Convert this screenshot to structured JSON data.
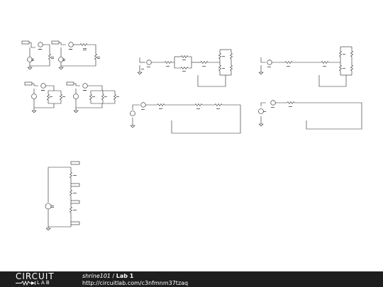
{
  "footer": {
    "logo_word1": "CIRCUIT",
    "logo_word2": "LAB",
    "author": "shrine101",
    "separator": " / ",
    "title": "Lab 1",
    "url": "http://circuitlab.com/c3nfmnm37tzaq"
  },
  "colors": {
    "wire": "#222222",
    "background": "#ffffff",
    "footer_bg": "#1e1e1e"
  }
}
